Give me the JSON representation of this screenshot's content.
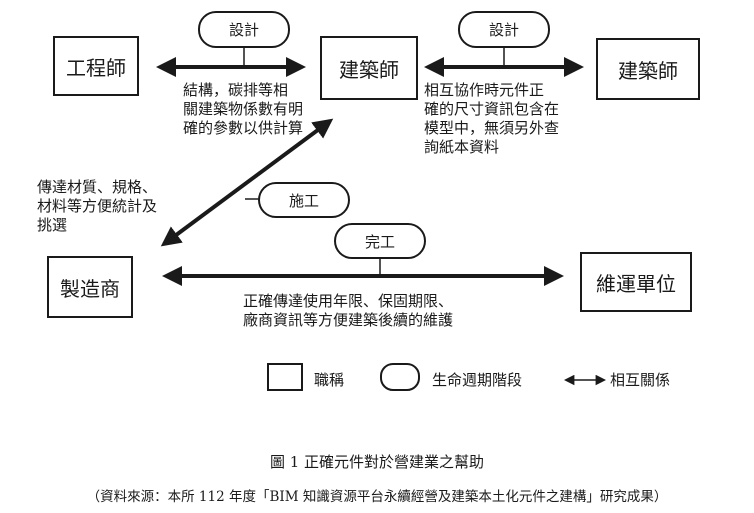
{
  "roles": {
    "engineer": "工程師",
    "architect_left": "建築師",
    "architect_right": "建築師",
    "manufacturer": "製造商",
    "maintainer": "維運單位"
  },
  "phases": {
    "design_left": "設計",
    "design_right": "設計",
    "construction": "施工",
    "completion": "完工"
  },
  "notes": {
    "engineer_architect": "結構，碳排等相\n關建築物係數有明\n確的參數以供計算",
    "architect_architect": "相互協作時元件正\n確的尺寸資訊包含在\n模型中，無須另外查\n詢紙本資料",
    "manufacturer_architect": "傳達材質、規格、\n材料等方便統計及\n挑選",
    "manufacturer_maintainer": "正確傳達使用年限、保固期限、\n廠商資訊等方便建築後續的維護"
  },
  "legend": {
    "role_label": "職稱",
    "phase_label": "生命週期階段",
    "relation_label": "相互關係"
  },
  "caption": {
    "figure": "圖 1  正確元件對於營建業之幫助",
    "source": "（資料來源：本所 112 年度「BIM 知識資源平台永續經營及建築本土化元件之建構」研究成果）"
  }
}
